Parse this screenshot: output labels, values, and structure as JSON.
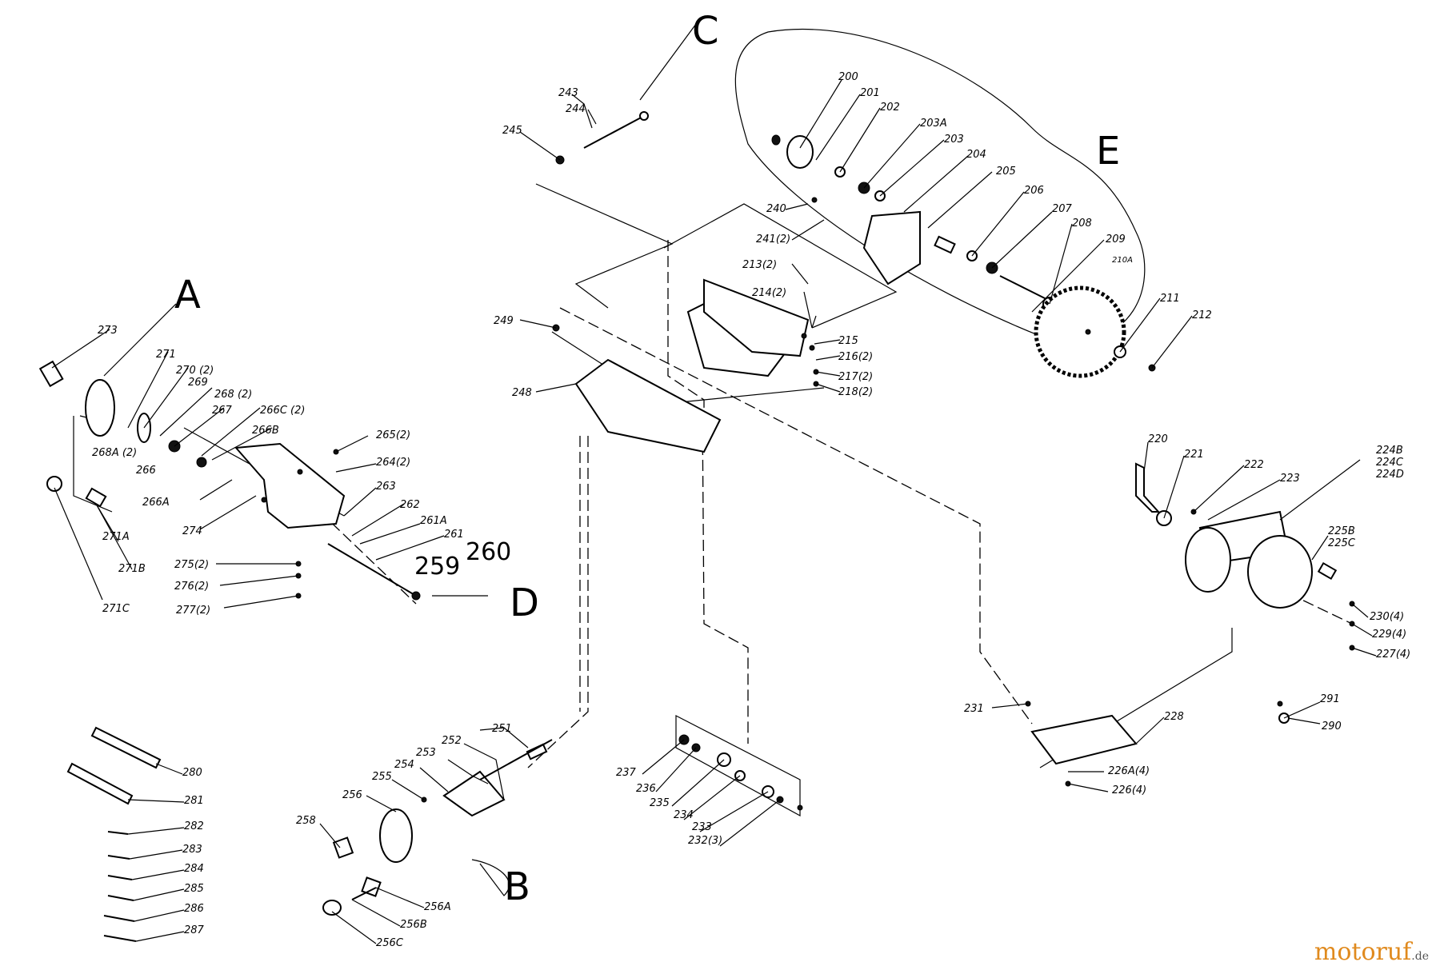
{
  "watermark": {
    "text": "motoruf",
    "suffix": ".de"
  },
  "section_letters": [
    "A",
    "B",
    "C",
    "D",
    "E"
  ],
  "part_labels": [
    "200",
    "201",
    "202",
    "203A",
    "203",
    "204",
    "205",
    "206",
    "207",
    "208",
    "209",
    "210A",
    "211",
    "212",
    "213(2)",
    "214(2)",
    "215",
    "216(2)",
    "217(2)",
    "218(2)",
    "220",
    "221",
    "222",
    "223",
    "224B",
    "224C",
    "224D",
    "225B",
    "225C",
    "226A(4)",
    "226(4)",
    "227(4)",
    "228",
    "229(4)",
    "230(4)",
    "231",
    "232(3)",
    "233",
    "234",
    "235",
    "236",
    "237",
    "240",
    "241(2)",
    "243",
    "244",
    "245",
    "248",
    "249",
    "251",
    "252",
    "253",
    "254",
    "255",
    "256",
    "256A",
    "256B",
    "256C",
    "258",
    "259",
    "260",
    "261",
    "261A",
    "262",
    "263",
    "264(2)",
    "265(2)",
    "266",
    "266A",
    "266B",
    "266C (2)",
    "267",
    "268 (2)",
    "268A (2)",
    "269",
    "270 (2)",
    "271",
    "271A",
    "271B",
    "271C",
    "273",
    "274",
    "275(2)",
    "276(2)",
    "277(2)",
    "280",
    "281",
    "282",
    "283",
    "284",
    "285",
    "286",
    "287",
    "290",
    "291"
  ]
}
